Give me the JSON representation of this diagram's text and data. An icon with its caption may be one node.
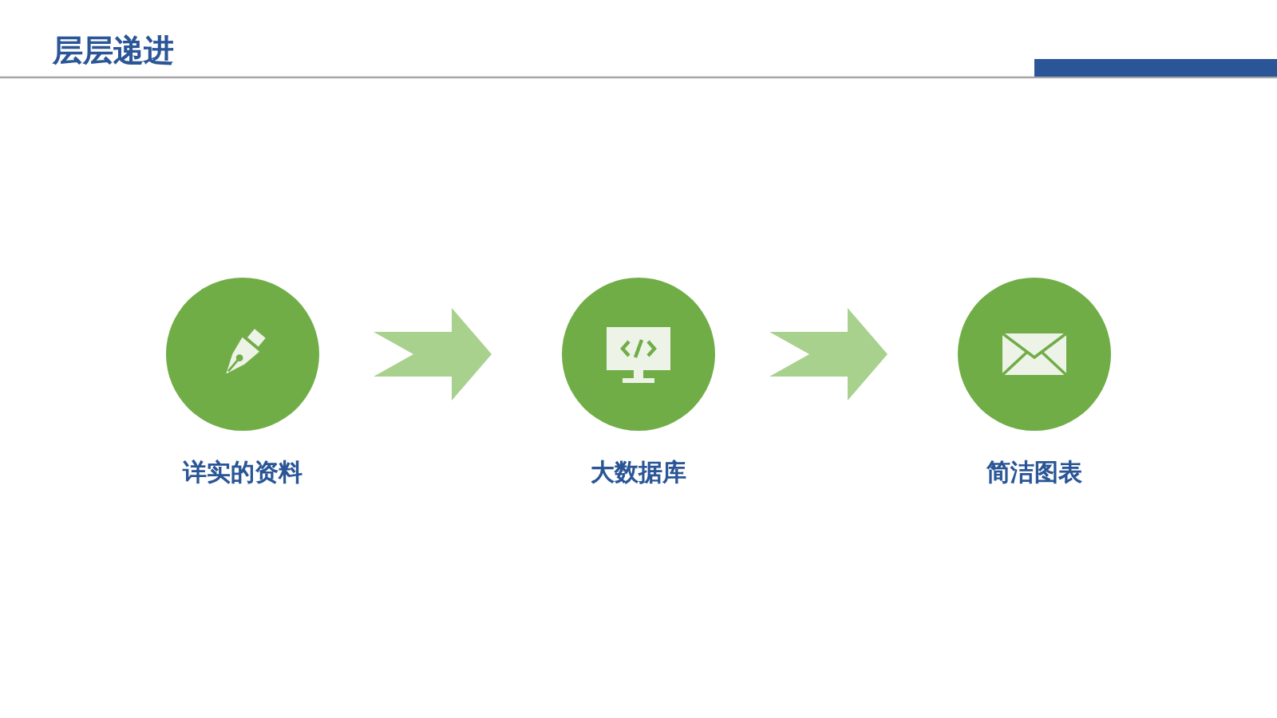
{
  "diagram": {
    "title": "层层递进",
    "nodes": [
      {
        "text": [
          "详实的资料"
        ]
      },
      {
        "text": [
          "大数据库"
        ]
      },
      {
        "text": [
          "简洁图表"
        ]
      }
    ],
    "edges": [
      {
        "from": 0,
        "to": 1,
        "arrow": "to"
      },
      {
        "from": 1,
        "to": 2,
        "arrow": "to"
      }
    ]
  }
}
